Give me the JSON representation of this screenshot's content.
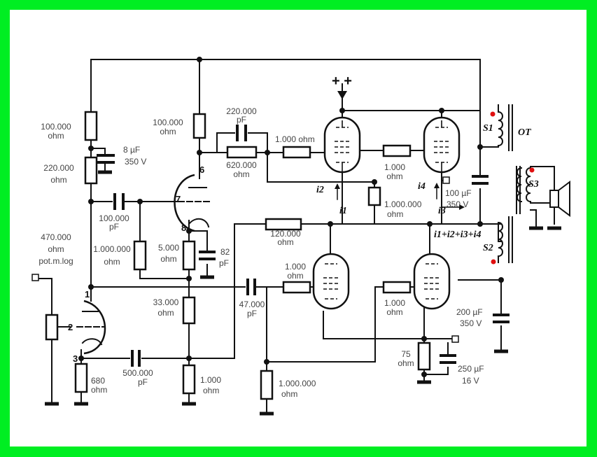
{
  "colors": {
    "border": "#00ee22",
    "wire": "#111111",
    "label": "#444444",
    "polarity_dot": "#e01010"
  },
  "labels": {
    "r_top_left": [
      "100.000",
      "ohm"
    ],
    "r_second_left": [
      "220.000",
      "ohm"
    ],
    "c_8uf": [
      "8 µF",
      "350 V"
    ],
    "pot": [
      "470.000",
      "ohm",
      "pot.m.log"
    ],
    "r_top_mid": [
      "100.000",
      "ohm"
    ],
    "c_220000pf": [
      "220.000",
      "pF"
    ],
    "r_620000": [
      "620.000",
      "ohm"
    ],
    "r_1000_top": "1.000  ohm",
    "c_100000pf": [
      "100.000",
      "pF"
    ],
    "r_1000000_left": [
      "1.000.000",
      "ohm"
    ],
    "r_5000": [
      "5.000",
      "ohm"
    ],
    "c_82pf": [
      "82",
      "pF"
    ],
    "r_33000": [
      "33.000",
      "ohm"
    ],
    "c_47000pf": [
      "47.000",
      "pF"
    ],
    "r_680": [
      "680",
      "ohm"
    ],
    "c_500000pf": [
      "500.000",
      "pF"
    ],
    "r_1000_bottom_left": [
      "1.000",
      "ohm"
    ],
    "r_120000": [
      "120.000",
      "ohm"
    ],
    "r_1000_mid_upper": [
      "1.000",
      "ohm"
    ],
    "r_1000000_mid": [
      "1.000.000",
      "ohm"
    ],
    "r_1000_mid_lower": [
      "1.000",
      "ohm"
    ],
    "r_1000_bottom_grid": [
      "1.000",
      "ohm"
    ],
    "r_1000000_bottom": [
      "1.000.000",
      "ohm"
    ],
    "c_100uf": [
      "100  µF",
      "350  V"
    ],
    "c_200uf": [
      "200  µF",
      "350  V"
    ],
    "r_75": [
      "75",
      "ohm"
    ],
    "c_250uf": [
      "250  µF",
      "16  V"
    ],
    "supply": "+ +",
    "pins": [
      "1",
      "2",
      "3",
      "6",
      "7",
      "8"
    ],
    "windings": [
      "S1",
      "S2",
      "S3"
    ],
    "transformer": "OT",
    "currents": [
      "i2",
      "i1",
      "i4",
      "i3",
      "i1+i2+i3+i4"
    ]
  }
}
